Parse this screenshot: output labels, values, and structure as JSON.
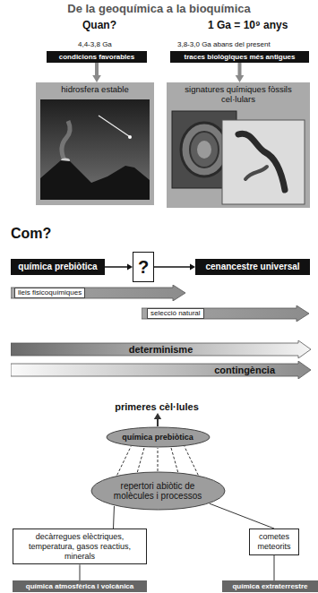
{
  "diagram": {
    "title": "De la geoquímica a la bioquímica",
    "nodes": [
      {
        "text": [
          "condicions favorables"
        ]
      },
      {
        "text": [
          "hidrosfera estable"
        ]
      },
      {
        "text": [
          "traces biològiques més antigues"
        ]
      },
      {
        "text": [
          "signatures químiques fòssils cel·lulars"
        ]
      },
      {
        "text": [
          "química prebiòtica"
        ]
      },
      {
        "text": [
          "?"
        ]
      },
      {
        "text": [
          "cenancestre universal"
        ]
      },
      {
        "text": [
          "lleis fisicoquímiques"
        ]
      },
      {
        "text": [
          "selecció natural"
        ]
      },
      {
        "text": [
          "determinisme"
        ]
      },
      {
        "text": [
          "contingència"
        ]
      },
      {
        "text": [
          "primeres cèl·lules"
        ]
      },
      {
        "text": [
          "química prebiòtica"
        ]
      },
      {
        "text": [
          "repertori abiòtic de molècules i processos"
        ]
      },
      {
        "text": [
          "decàrregues elèctriques, temperatura, gasos reactius, minerals"
        ]
      },
      {
        "text": [
          "química atmosfèrica i volcànica"
        ]
      },
      {
        "text": [
          "cometes meteorits"
        ]
      },
      {
        "text": [
          "química extraterrestre"
        ]
      }
    ],
    "edges": [
      {
        "from": 0,
        "to": 1,
        "arrow": "to"
      },
      {
        "from": 2,
        "to": 3,
        "arrow": "to"
      },
      {
        "from": 4,
        "to": 5,
        "arrow": "to"
      },
      {
        "from": 5,
        "to": 6,
        "arrow": "to"
      },
      {
        "from": 12,
        "to": 11,
        "arrow": "to"
      },
      {
        "from": 13,
        "to": 12,
        "arrow": "none"
      },
      {
        "from": 13,
        "to": 14,
        "arrow": "none"
      },
      {
        "from": 13,
        "to": 16,
        "arrow": "none"
      },
      {
        "from": 14,
        "to": 15,
        "arrow": "none"
      },
      {
        "from": 16,
        "to": 17,
        "arrow": "none"
      }
    ],
    "labels": [
      "Quan?",
      "1 Ga = 10⁹ anys",
      "4,4-3,8 Ga",
      "3,8-3,0 Ga abans del present",
      "Com?"
    ]
  }
}
